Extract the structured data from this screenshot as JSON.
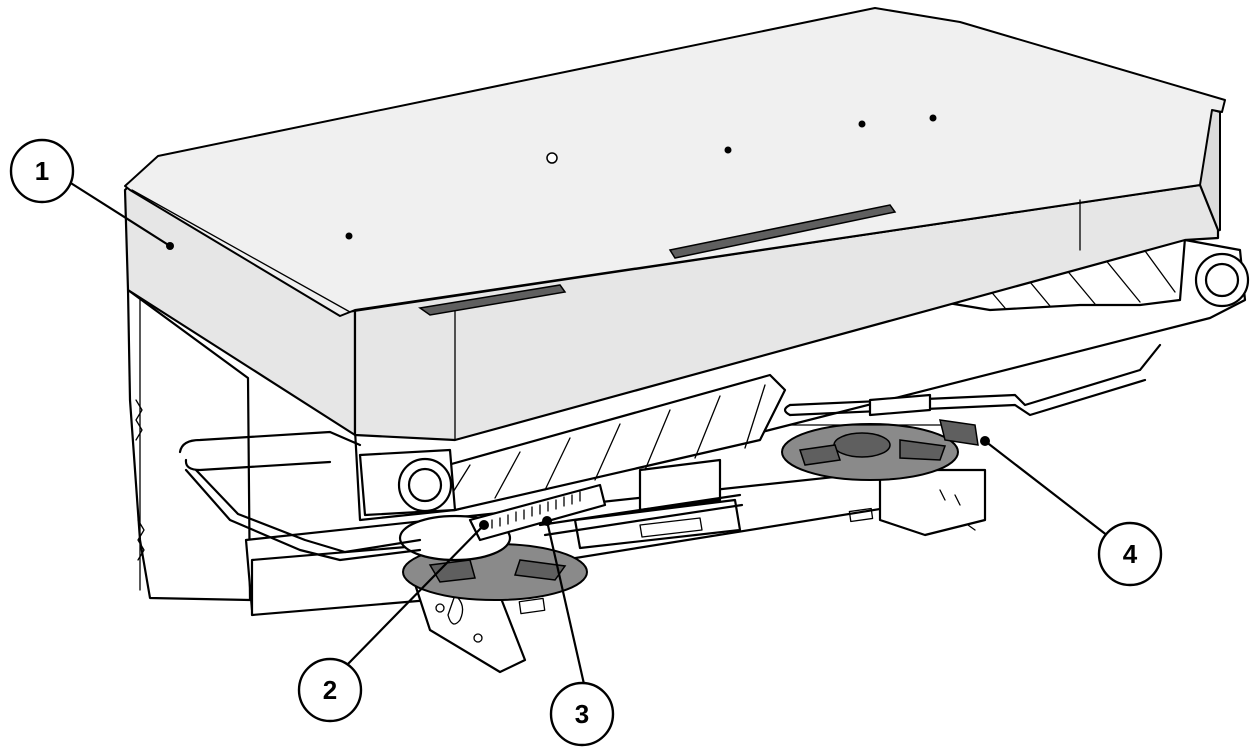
{
  "callouts": [
    {
      "id": "1",
      "label": "1"
    },
    {
      "id": "2",
      "label": "2"
    },
    {
      "id": "3",
      "label": "3"
    },
    {
      "id": "4",
      "label": "4"
    }
  ],
  "colors": {
    "hopper": "#e6e6e6",
    "hopper_inner": "#dcdcdc",
    "discs": "#8a8a8a",
    "outline": "#000000",
    "background": "#ffffff"
  }
}
